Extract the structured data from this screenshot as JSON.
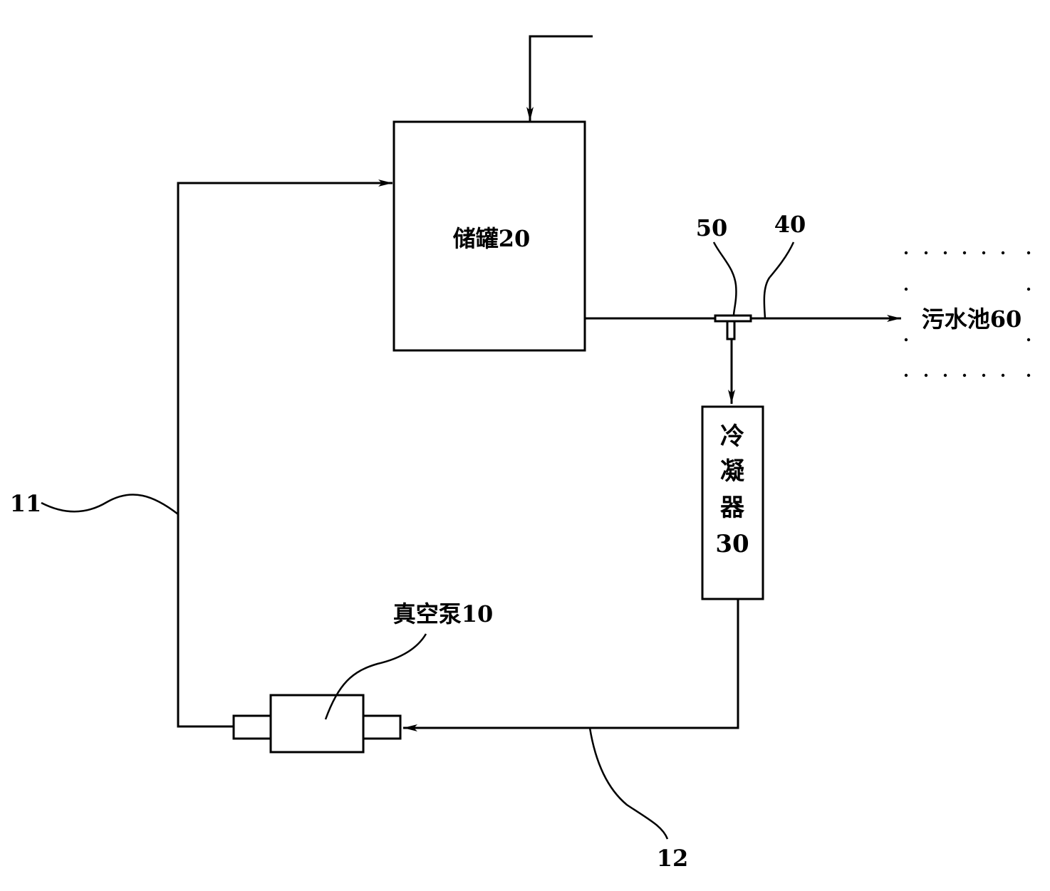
{
  "labels": {
    "tank": "储罐20",
    "condenser_line1": "冷",
    "condenser_line2": "凝",
    "condenser_line3": "器",
    "condenser_line4": "30",
    "pump": "真空泵10",
    "sewage": "污水池60",
    "ref_50": "50",
    "ref_40": "40",
    "ref_11": "11",
    "ref_12": "12"
  },
  "colors": {
    "stroke": "#000000",
    "background": "#ffffff"
  }
}
